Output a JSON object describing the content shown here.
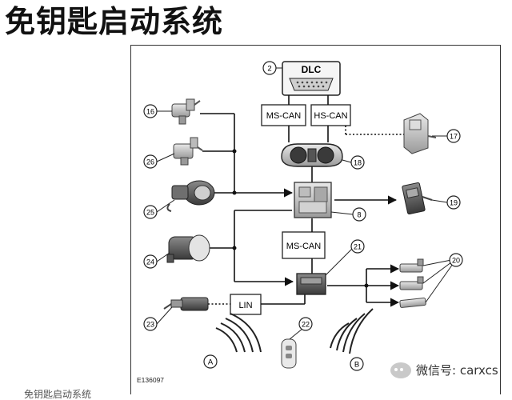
{
  "title": "免钥匙启动系统",
  "diagram": {
    "dlc_label": "DLC",
    "boxes": {
      "ms_can_top": "MS-CAN",
      "hs_can": "HS-CAN",
      "ms_can_mid": "MS-CAN",
      "lin": "LIN"
    },
    "callouts": [
      "2",
      "16",
      "26",
      "25",
      "24",
      "23",
      "22",
      "21",
      "20",
      "19",
      "18",
      "17",
      "8"
    ],
    "zones": [
      "A",
      "B"
    ],
    "figure_id": "E136097"
  },
  "watermark": "微信号: carxcs",
  "bottom_text": "免钥匙启动系统"
}
